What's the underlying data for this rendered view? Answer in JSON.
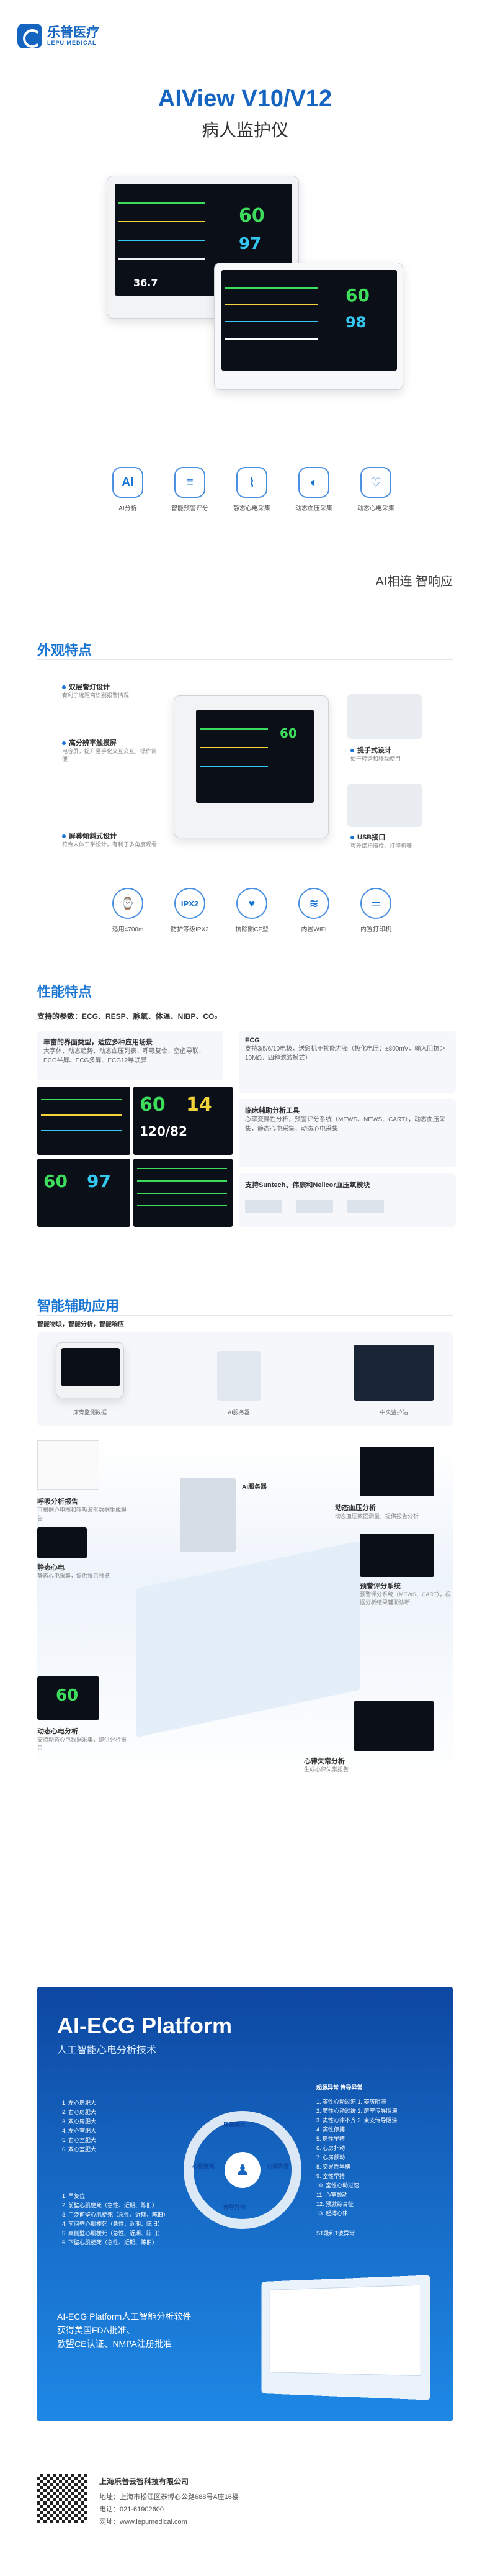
{
  "brand": {
    "name_cn": "乐普医疗",
    "name_en": "LEPU MEDICAL"
  },
  "hero": {
    "title": "AIView V10/V12",
    "subtitle": "病人监护仪"
  },
  "features": [
    {
      "icon": "ai-analysis-icon",
      "label": "AI分析"
    },
    {
      "icon": "early-warning-icon",
      "label": "智能预警评分"
    },
    {
      "icon": "static-ecg-icon",
      "label": "静态心电采集"
    },
    {
      "icon": "ambulatory-bp-icon",
      "label": "动态血压采集"
    },
    {
      "icon": "ambulatory-ecg-icon",
      "label": "动态心电采集"
    }
  ],
  "slogan": "AI相连  智响应",
  "appearance": {
    "title": "外观特点",
    "callouts": [
      {
        "title": "双层警灯设计",
        "text": "有利于远距离识别报警情况"
      },
      {
        "title": "高分辨率触摸屏",
        "text": "电容屏，提升易手化交互交互，操作简便"
      },
      {
        "title": "屏幕倾斜式设计",
        "text": "符合人体工学设计，有利于多角度观看"
      },
      {
        "title": "提手式设计",
        "text": "便于转运和移动使用"
      },
      {
        "title": "USB接口",
        "text": "可外接扫描枪、打印机等"
      }
    ],
    "icons": [
      {
        "icon": "high-altitude-icon",
        "label": "适用4700m"
      },
      {
        "icon": "ipx2-icon",
        "label": "防护等级IPX2"
      },
      {
        "icon": "defib-icon",
        "label": "抗除颤CF型"
      },
      {
        "icon": "wifi-icon",
        "label": "内置WIFI"
      },
      {
        "icon": "printer-icon",
        "label": "内置打印机"
      }
    ]
  },
  "performance": {
    "title": "性能特点",
    "params": "支持的参数：ECG、RESP、脉氧、体温、NIBP、CO₂",
    "block1_title": "丰富的界面类型，适应多种应用场景",
    "block1_text": "大字体、动态趋势、动态血压列表、呼吸复合、空虚导联、ECG半屏、ECG多屏、ECG12导联屏",
    "ecg_title": "ECG",
    "ecg_text": "支持3/5/6/10电极，送影机干扰能力强（极化电压：±800mV，输入阻抗＞10MΩ，四种滤波模式）",
    "score_title": "临床辅助分析工具",
    "score_text": "心率变异性分析，预警评分系统（MEWS、NEWS、CART），动态血压采集，静态心电采集，动态心电采集",
    "suntech_text": "支持Suntech、伟康和Nellcor血压氧模块"
  },
  "smart": {
    "title": "智能辅助应用",
    "sub": "智能物联，智能分析，智能响应",
    "labels": [
      "床旁监测数据",
      "AI服务器",
      "中央监护站"
    ],
    "ward_labels": [
      {
        "title": "呼吸分析报告",
        "text": "可根据心电图和呼吸波形数据生成报告"
      },
      {
        "title": "AI服务器",
        "text": ""
      },
      {
        "title": "静态心电",
        "text": "静态心电采集，提供报告预览"
      },
      {
        "title": "动态血压分析",
        "text": "动态血压数据测量，提供报告分析"
      },
      {
        "title": "预警评分系统",
        "text": "预警评分系统（MEWS、CART），根据分析结果辅助诊断"
      },
      {
        "title": "动态心电分析",
        "text": "支持动态心电数据采集，提供分析报告"
      },
      {
        "title": "心律失常分析",
        "text": "生成心律失常报告"
      }
    ]
  },
  "aiecg": {
    "title": "AI-ECG Platform",
    "subtitle": "人工智能心电分析技术",
    "left_list": [
      "1. 左心房肥大",
      "2. 右心房肥大",
      "3. 双心房肥大",
      "4. 左心室肥大",
      "5. 右心室肥大",
      "6. 双心室肥大"
    ],
    "left_list2": [
      "1. 早复位",
      "2. 前壁心肌梗死（急性、近期、陈旧）",
      "3. 广泛前壁心肌梗死（急性、近期、陈旧）",
      "4. 前间壁心肌梗死（急性、近期、陈旧）",
      "5. 高侧壁心肌梗死（急性、近期、陈旧）",
      "6. 下壁心肌梗死（急性、近期、陈旧）"
    ],
    "right_head": "起源异常  传导异常",
    "right_list": [
      "1. 窦性心动过速   1. 窦房阻滞",
      "2. 窦性心动过缓   2. 房室传导阻滞",
      "3. 窦性心律不齐   3. 束支传导阻滞",
      "4. 窦性停搏",
      "5. 房性早搏",
      "6. 心房扑动",
      "7. 心房颤动",
      "8. 交界性早搏",
      "9. 室性早搏",
      "10. 室性心动过速",
      "11. 心室颤动",
      "12. 预激综合征",
      "13. 起搏心律"
    ],
    "right_more": "ST段和T波异常",
    "ring": [
      "房室肥大",
      "心律失常",
      "传导异常",
      "心肌梗死"
    ],
    "footer": "AI-ECG Platform人工智能分析软件\n获得美国FDA批准、\n欧盟CE认证、NMPA注册批准"
  },
  "company": {
    "name": "上海乐普云智科技有限公司",
    "address_label": "地址：",
    "address": "上海市松江区泰博心公路688号A座16楼",
    "phone_label": "电话：",
    "phone": "021-61902600",
    "site_label": "网址：",
    "site": "www.lepumedical.com"
  }
}
